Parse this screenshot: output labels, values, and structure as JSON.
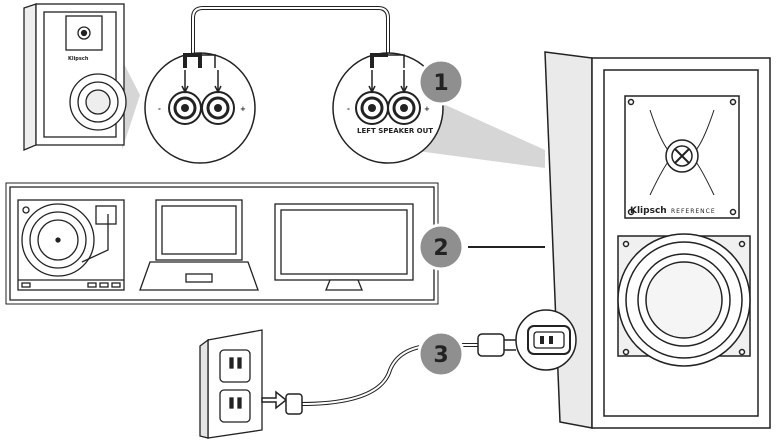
{
  "steps": [
    {
      "number": "1"
    },
    {
      "number": "2"
    },
    {
      "number": "3"
    }
  ],
  "terminals": {
    "minus": "-",
    "plus": "+",
    "output_label": "LEFT SPEAKER OUT"
  },
  "brand": {
    "logo_text": "Klipsch",
    "series_text": "REFERENCE"
  },
  "colors": {
    "outline": "#222222",
    "badge_fill": "#8f8f8f",
    "magnifier_fill": "#d9d9d9",
    "speaker_fill": "#ffffff"
  }
}
